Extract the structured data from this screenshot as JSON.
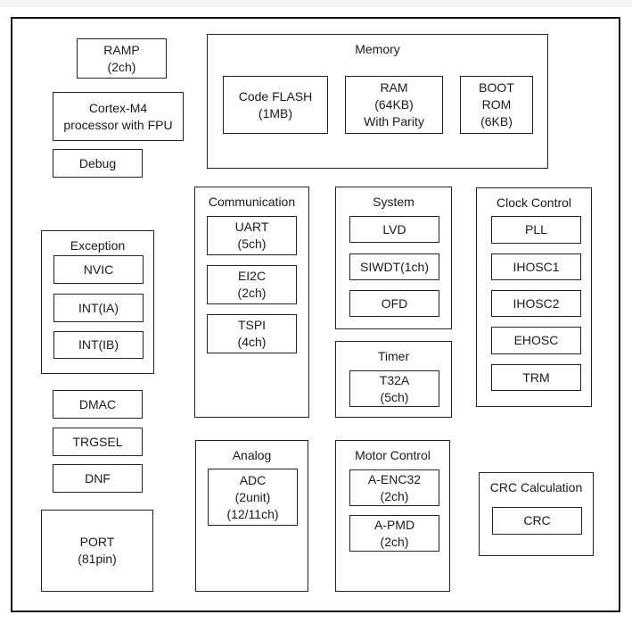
{
  "colors": {
    "background": "#ffffff",
    "border": "#232323",
    "outer_border": "#111111",
    "text": "#1a1a1a"
  },
  "blocks": {
    "ramp": "RAMP\n(2ch)",
    "cortex_m4": "Cortex-M4\nprocessor with FPU",
    "debug": "Debug",
    "dmac": "DMAC",
    "trgsel": "TRGSEL",
    "dnf": "DNF",
    "port": "PORT\n(81pin)"
  },
  "groups": {
    "exception": {
      "title": "Exception",
      "items": {
        "nvic": "NVIC",
        "int_ia": "INT(IA)",
        "int_ib": "INT(IB)"
      }
    },
    "memory": {
      "title": "Memory",
      "items": {
        "code_flash": "Code FLASH\n(1MB)",
        "ram": "RAM\n(64KB)\nWith Parity",
        "boot_rom": "BOOT\nROM\n(6KB)"
      }
    },
    "communication": {
      "title": "Communication",
      "items": {
        "uart": "UART\n(5ch)",
        "ei2c": "EI2C\n(2ch)",
        "tspi": "TSPI\n(4ch)"
      }
    },
    "system": {
      "title": "System",
      "items": {
        "lvd": "LVD",
        "siwdt": "SIWDT(1ch)",
        "ofd": "OFD"
      }
    },
    "timer": {
      "title": "Timer",
      "items": {
        "t32a": "T32A\n(5ch)"
      }
    },
    "clock_control": {
      "title": "Clock Control",
      "items": {
        "pll": "PLL",
        "ihosc1": "IHOSC1",
        "ihosc2": "IHOSC2",
        "ehosc": "EHOSC",
        "trm": "TRM"
      }
    },
    "analog": {
      "title": "Analog",
      "items": {
        "adc": "ADC\n(2unit)\n(12/11ch)"
      }
    },
    "motor_control": {
      "title": "Motor Control",
      "items": {
        "a_enc32": "A-ENC32\n(2ch)",
        "a_pmd": "A-PMD\n(2ch)"
      }
    },
    "crc_calculation": {
      "title": "CRC Calculation",
      "items": {
        "crc": "CRC"
      }
    }
  }
}
